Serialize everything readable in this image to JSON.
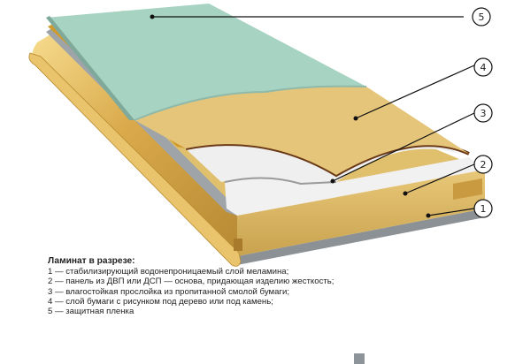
{
  "legend": {
    "title": "Ламинат в разрезе:",
    "items": [
      "1 — стабилизирующий водонепроницаемый слой меламина;",
      "2 — панель из ДВП или ДСП — основа, придающая изделию жесткость;",
      "3 — влагостойкая прослойка из пропитанной смолой бумаги;",
      "4 — слой бумаги с рисунком под дерево или под камень;",
      "5 — защитная пленка"
    ]
  },
  "callouts": [
    {
      "number": "1"
    },
    {
      "number": "2"
    },
    {
      "number": "3"
    },
    {
      "number": "4"
    },
    {
      "number": "5"
    }
  ],
  "colors": {
    "protective_film": "#a6d3c2",
    "decor_paper": "#e5c57a",
    "impregnated_paper": "#efeff0",
    "core_panel": "#e0c06c",
    "melamine_bottom": "#8c9196",
    "brown_line": "#6b3a18"
  }
}
